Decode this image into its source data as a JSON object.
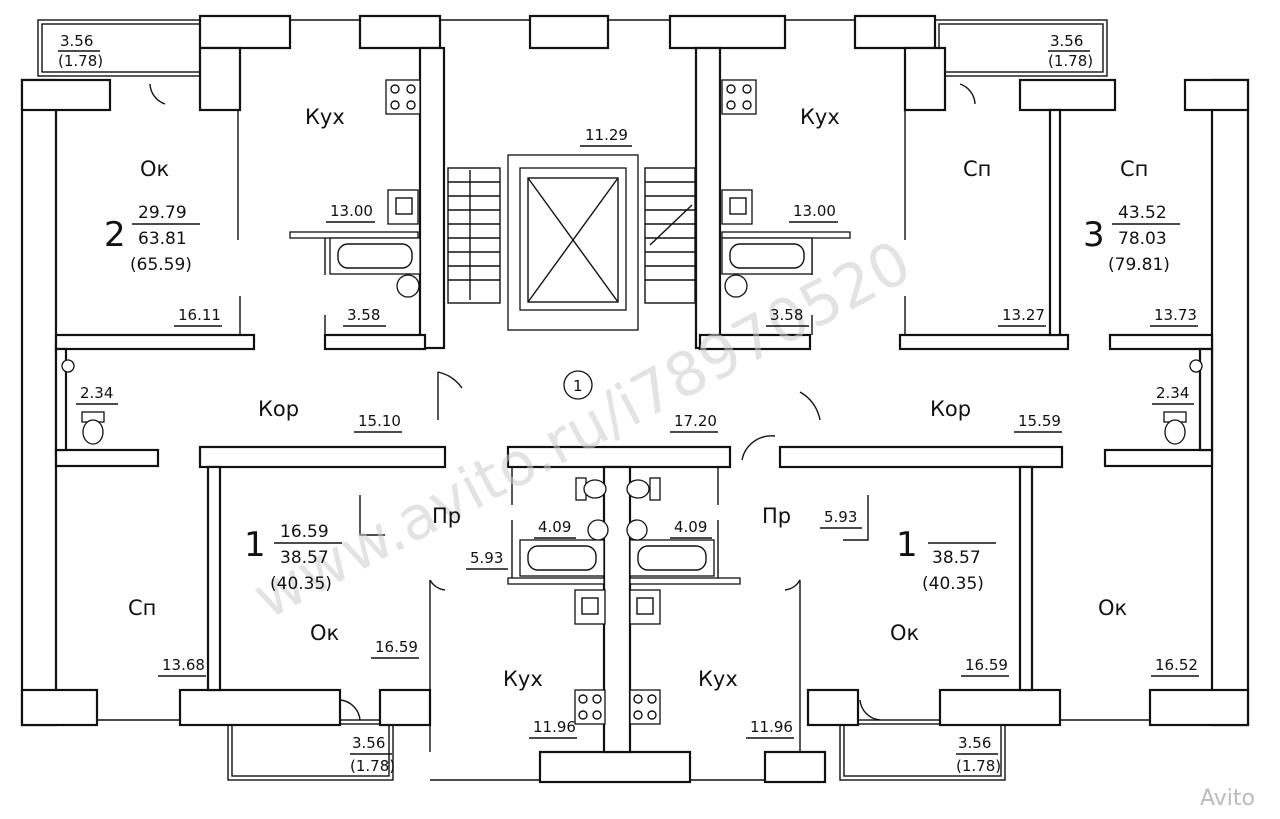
{
  "rooms": {
    "kitchen_tl": "Кух",
    "kitchen_tr": "Кух",
    "kitchen_bl": "Кух",
    "kitchen_br": "Кух",
    "living_tl": "Ок",
    "bedroom_tr1": "Сп",
    "bedroom_tr2": "Сп",
    "corridor_l": "Кор",
    "corridor_r": "Кор",
    "bedroom_bl": "Сп",
    "living_bl2": "Ок",
    "living_br2": "Ок",
    "living_br": "Ок",
    "hall_l": "Пр",
    "hall_r": "Пр"
  },
  "areas": {
    "balc_tl": "3.56",
    "balc_tl_sub": "(1.78)",
    "balc_tr": "3.56",
    "balc_tr_sub": "(1.78)",
    "balc_bl": "3.56",
    "balc_bl_sub": "(1.78)",
    "balc_br": "3.56",
    "balc_br_sub": "(1.78)",
    "stair": "11.29",
    "kitchen_tl": "13.00",
    "kitchen_tr": "13.00",
    "bath_tl": "3.58",
    "bath_tr": "3.58",
    "living_tl": "16.11",
    "bed_tr1": "13.27",
    "bed_tr2": "13.73",
    "wc_l": "2.34",
    "wc_r": "2.34",
    "cor_l": "15.10",
    "cor_c": "17.20",
    "cor_r": "15.59",
    "bath_bl": "4.09",
    "bath_br": "4.09",
    "hall_bl": "5.93",
    "hall_br": "5.93",
    "bed_bl": "13.68",
    "living_bl": "16.59",
    "living_br": "16.59",
    "living_br2": "16.52",
    "kitchen_bl": "11.96",
    "kitchen_br": "11.96"
  },
  "apartments": {
    "apt2": {
      "num": "2",
      "living": "29.79",
      "total": "63.81",
      "gross": "(65.59)"
    },
    "apt3": {
      "num": "3",
      "living": "43.52",
      "total": "78.03",
      "gross": "(79.81)"
    },
    "apt1l": {
      "num": "1",
      "living": "16.59",
      "total": "38.57",
      "gross": "(40.35)"
    },
    "apt1r": {
      "num": "1",
      "total": "38.57",
      "gross": "(40.35)"
    }
  },
  "stair_mark": "1",
  "watermark": "www.avito.ru/i78970520",
  "brand": "Avito"
}
